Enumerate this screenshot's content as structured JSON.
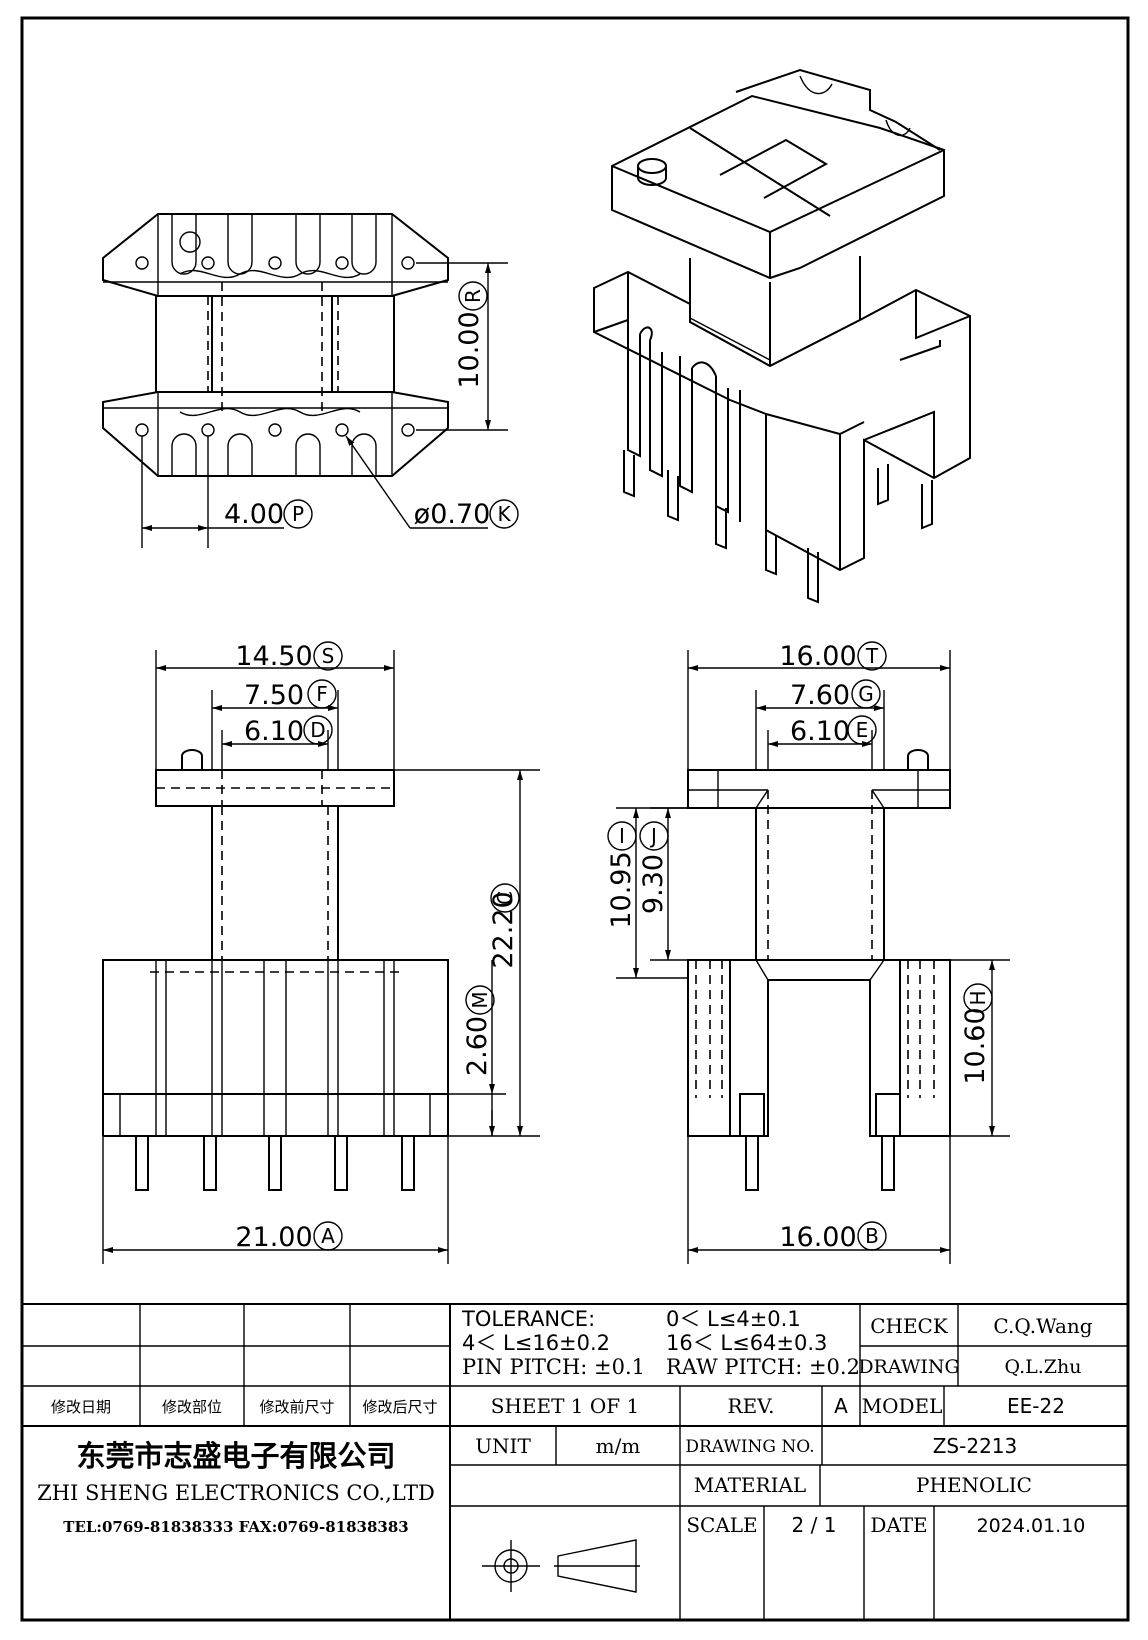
{
  "dimensions": {
    "pin_pitch": {
      "value": "4.00",
      "tag": "P"
    },
    "hole_dia": {
      "value": "ø0.70",
      "tag": "K"
    },
    "row_spacing": {
      "value": "10.00",
      "tag": "R"
    },
    "flange_width_front": {
      "value": "14.50",
      "tag": "S"
    },
    "outer_core_front": {
      "value": "7.50",
      "tag": "F"
    },
    "inner_core_front": {
      "value": "6.10",
      "tag": "D"
    },
    "total_height": {
      "value": "22.20",
      "tag": "C"
    },
    "standoff": {
      "value": "2.60",
      "tag": "M"
    },
    "base_length": {
      "value": "21.00",
      "tag": "A"
    },
    "flange_width_side": {
      "value": "16.00",
      "tag": "T"
    },
    "outer_core_side": {
      "value": "7.60",
      "tag": "G"
    },
    "inner_core_side": {
      "value": "6.10",
      "tag": "E"
    },
    "winding_outer": {
      "value": "10.95",
      "tag": "I"
    },
    "winding_inner": {
      "value": "9.30",
      "tag": "J"
    },
    "base_height": {
      "value": "10.60",
      "tag": "H"
    },
    "base_width_side": {
      "value": "16.00",
      "tag": "B"
    }
  },
  "title_block": {
    "tolerance_label": "TOLERANCE:",
    "tol_1": "0＜ L≤4±0.1",
    "tol_2": "4＜ L≤16±0.2",
    "tol_3": "16＜ L≤64±0.3",
    "pin_pitch": "PIN PITCH: ±0.1",
    "raw_pitch": "RAW PITCH: ±0.2",
    "check_label": "CHECK",
    "check_value": "C.Q.Wang",
    "drawing_label": "DRAWING",
    "drawing_value": "Q.L.Zhu",
    "rev_headers": [
      "修改日期",
      "修改部位",
      "修改前尺寸",
      "修改后尺寸"
    ],
    "sheet": "SHEET 1 OF 1",
    "rev_label": "REV.",
    "rev_value": "A",
    "model_label": "MODEL",
    "model_value": "EE-22",
    "company_cn": "东莞市志盛电子有限公司",
    "company_en": "ZHI SHENG  ELECTRONICS CO.,LTD",
    "contact": "TEL:0769-81838333 FAX:0769-81838383",
    "unit_label": "UNIT",
    "unit_value": "m/m",
    "drawing_no_label": "DRAWING NO.",
    "drawing_no_value": "ZS-2213",
    "material_label": "MATERIAL",
    "material_value": "PHENOLIC",
    "scale_label": "SCALE",
    "scale_value": "2 / 1",
    "date_label": "DATE",
    "date_value": "2024.01.10"
  }
}
